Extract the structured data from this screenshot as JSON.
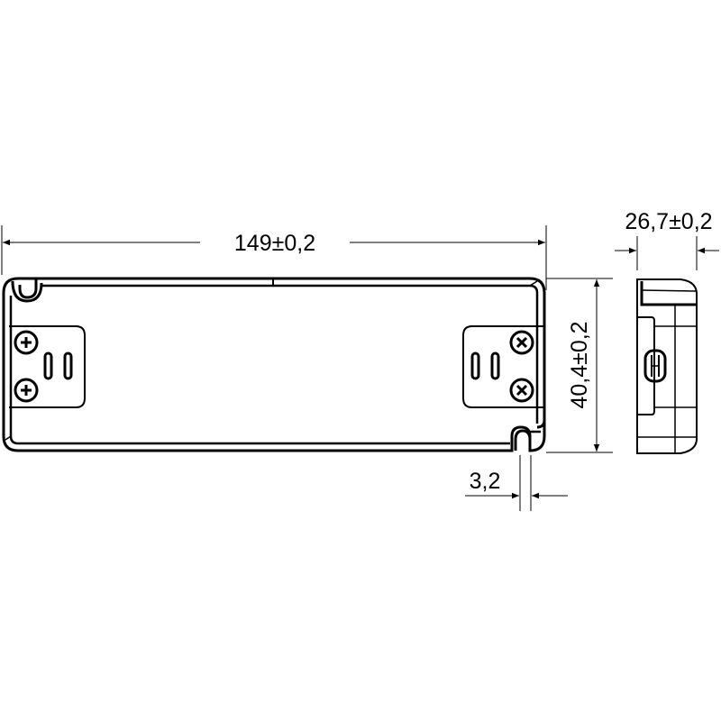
{
  "drawing": {
    "type": "technical dimension drawing",
    "subject": "rectangular LED driver housing, top view and side view",
    "units": "mm",
    "colors": {
      "line": "#000000",
      "background": "#ffffff"
    }
  },
  "dimensions": {
    "length": "149±0,2",
    "width": "40,4±0,2",
    "height": "26,7±0,2",
    "mounting_slot": "3,2"
  },
  "views": [
    {
      "name": "top view",
      "features": [
        "rounded housing outline",
        "two mounting slots",
        "left terminal block with 2 screws and 2 slots",
        "right terminal block with 2 screws and 2 slots"
      ]
    },
    {
      "name": "side view",
      "features": [
        "profile with rounded corners",
        "cable clamp"
      ]
    }
  ]
}
